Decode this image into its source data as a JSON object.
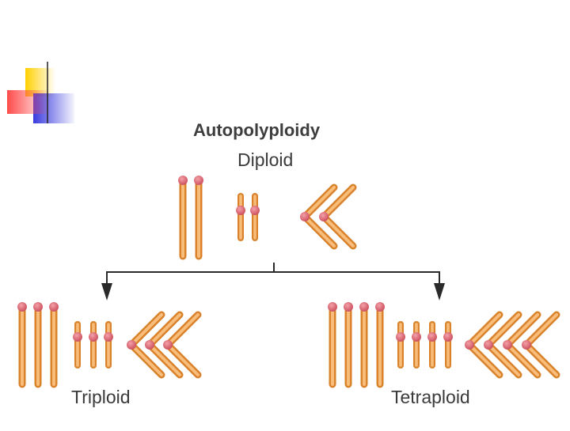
{
  "title": "Autopolyploidy",
  "diploid_label": "Diploid",
  "triploid_label": "Triploid",
  "tetraploid_label": "Tetraploid",
  "colors": {
    "chromosome_body": "#eea150",
    "chromosome_shade": "#d9822b",
    "centromere": "#d86470",
    "arrow": "#2a2a2a",
    "accent_yellow": "#ffd000",
    "accent_red": "#ff4b4b",
    "accent_blue": "#3a3adf"
  }
}
